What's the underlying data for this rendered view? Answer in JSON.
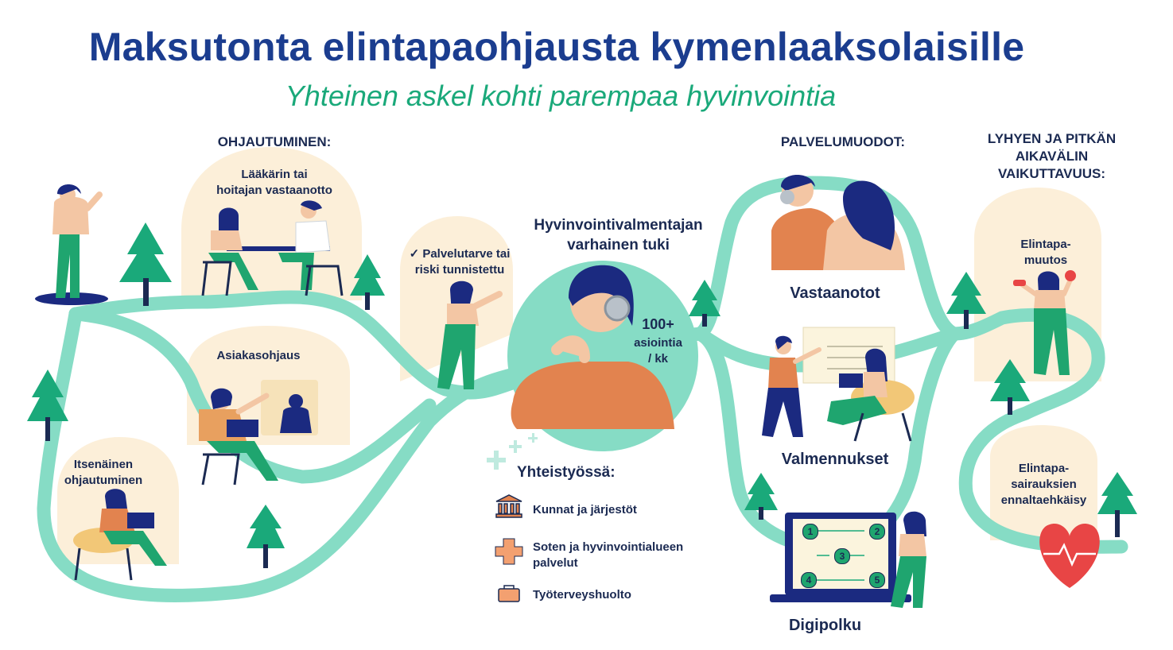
{
  "title": "Maksutonta elintapaohjausta kymenlaaksolaisille",
  "subtitle": "Yhteinen askel kohti parempaa hyvinvointia",
  "colors": {
    "title": "#1b3d8f",
    "subtitle": "#1aa97a",
    "path": "#86dcc5",
    "bubble": "#fcefd9",
    "skin": "#f3c6a4",
    "green": "#1fa56f",
    "navy": "#1b2a80",
    "orange": "#e2834f",
    "heart": "#e84545"
  },
  "sections": {
    "ohjautuminen": "OHJAUTUMINEN:",
    "palvelumuodot": "PALVELUMUODOT:",
    "vaikuttavuus": [
      "LYHYEN JA PITKÄN",
      "AIKAVÄLIN",
      "VAIKUTTAVUUS:"
    ]
  },
  "steps": {
    "laakari": [
      "Lääkärin tai",
      "hoitajan vastaanotto"
    ],
    "asiakasohjaus": "Asiakasohjaus",
    "itsenainen": [
      "Itsenäinen",
      "ohjautuminen"
    ],
    "palvelutarve": [
      "✓ Palvelutarve tai",
      "riski tunnistettu"
    ]
  },
  "center": {
    "title": [
      "Hyvinvointivalmentajan",
      "varhainen tuki"
    ],
    "count": "100+",
    "count_unit": [
      "asiointia",
      "/ kk"
    ]
  },
  "services": {
    "vastaanotot": "Vastaanotot",
    "valmennukset": "Valmennukset",
    "digipolku": "Digipolku",
    "digipolku_steps": [
      "1",
      "2",
      "3",
      "4",
      "5"
    ]
  },
  "outcomes": {
    "elintapamuutos": [
      "Elintapa-",
      "muutos"
    ],
    "ehkaisy": [
      "Elintapa-",
      "sairauksien",
      "ennaltaehkäisy"
    ]
  },
  "partners": {
    "heading": "Yhteistyössä:",
    "items": [
      {
        "icon": "building-icon",
        "label": [
          "Kunnat ja järjestöt"
        ]
      },
      {
        "icon": "cross-icon",
        "label": [
          "Soten ja hyvinvointialueen",
          "palvelut"
        ]
      },
      {
        "icon": "briefcase-icon",
        "label": [
          "Työterveyshuolto"
        ]
      }
    ]
  }
}
